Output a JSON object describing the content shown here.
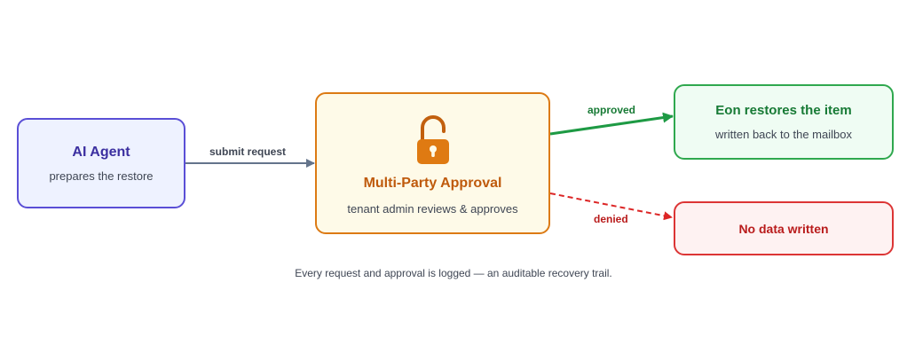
{
  "nodes": {
    "agent": {
      "title": "AI Agent",
      "subtitle": "prepares the restore"
    },
    "approval": {
      "title": "Multi-Party Approval",
      "subtitle": "tenant admin reviews & approves",
      "icon": "unlocked-padlock-icon"
    },
    "restore": {
      "title": "Eon restores the item",
      "subtitle": "written back to the mailbox"
    },
    "denied": {
      "title": "No data written"
    }
  },
  "edges": {
    "submit": {
      "label": "submit request"
    },
    "approved": {
      "label": "approved"
    },
    "denied": {
      "label": "denied"
    }
  },
  "footer": "Every request and approval is logged — an auditable recovery trail.",
  "colors": {
    "agent": "#5a4fd6",
    "approval": "#dc7a14",
    "restore": "#2fa84e",
    "denied": "#dc3535",
    "submit_arrow": "#64748b"
  }
}
